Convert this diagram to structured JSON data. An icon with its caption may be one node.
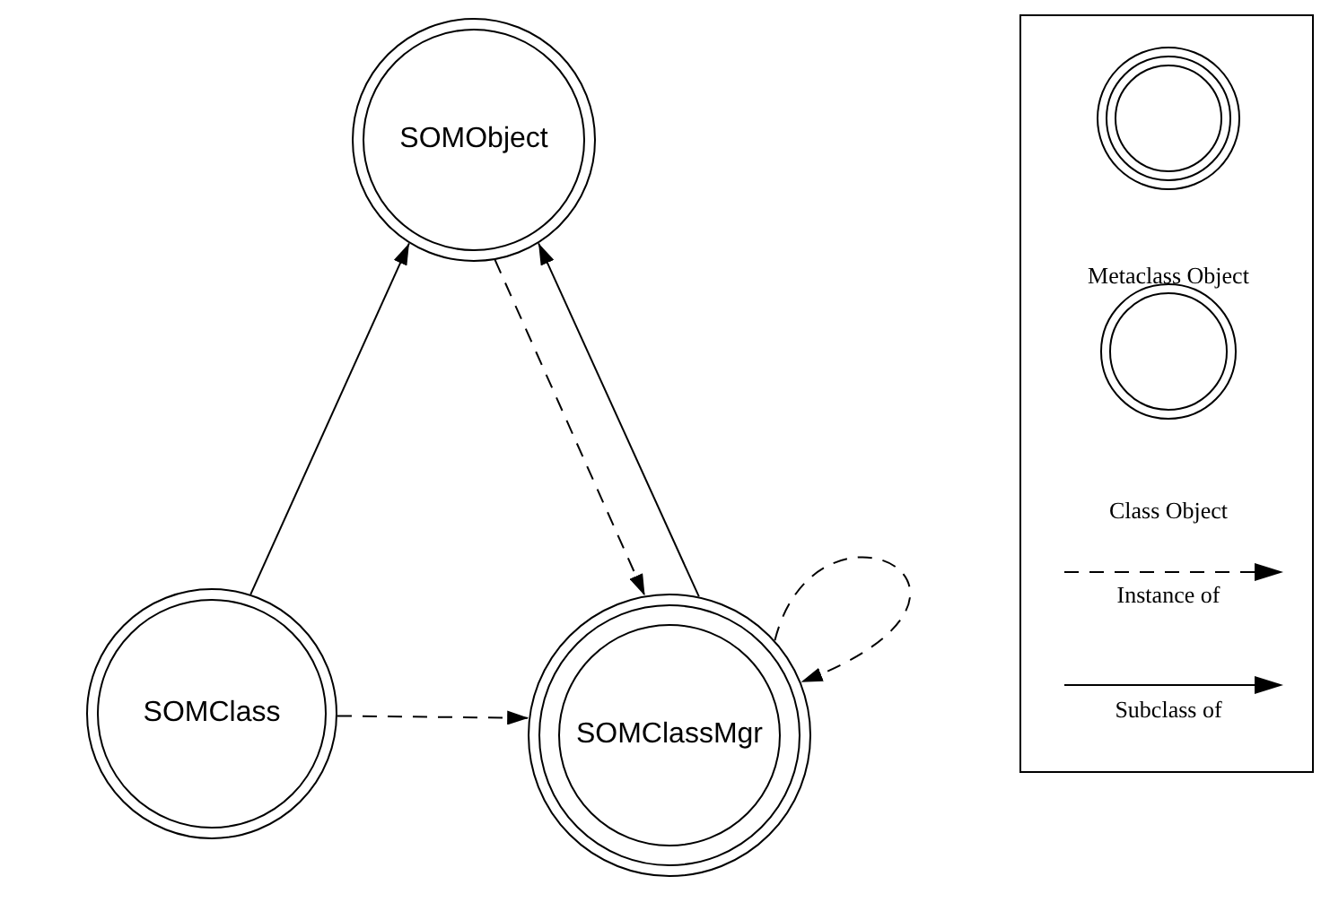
{
  "diagram": {
    "nodes": [
      {
        "text": [
          "SOMObject"
        ]
      },
      {
        "text": [
          "SOMClass"
        ]
      },
      {
        "text": [
          "SOMClassMgr"
        ]
      }
    ],
    "edges": [
      {
        "from": 1,
        "to": 0,
        "arrow": "to"
      },
      {
        "from": 2,
        "to": 0,
        "arrow": "to"
      },
      {
        "from": 0,
        "to": 2,
        "arrow": "to",
        "style": "dashed"
      },
      {
        "from": 1,
        "to": 2,
        "arrow": "to",
        "style": "dashed"
      },
      {
        "from": 2,
        "to": 2,
        "arrow": "to",
        "style": "dashed"
      }
    ],
    "legend": [
      {
        "text": "Metaclass Object"
      },
      {
        "text": "Class Object"
      },
      {
        "text": "Instance of"
      },
      {
        "text": "Subclass of"
      }
    ]
  }
}
